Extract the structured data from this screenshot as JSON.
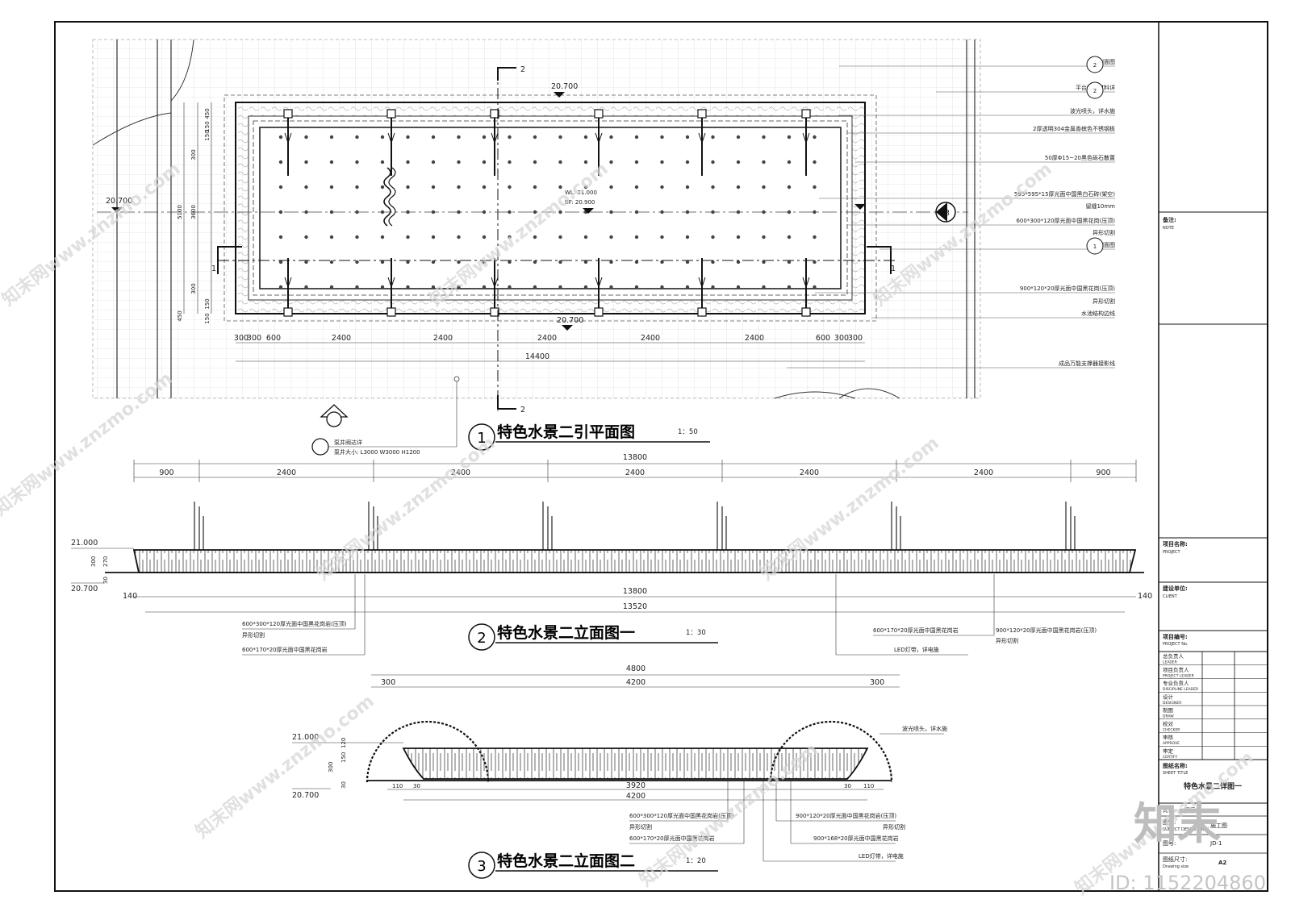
{
  "plan": {
    "title": "特色水景二引平面图",
    "scale": "1：50",
    "num": "1",
    "elev_top": "20.700",
    "elev_left": "20.700",
    "elev_bottom": "20.700",
    "wl": "WL: 21.000",
    "bf": "BF: 20.900",
    "sec2_top": "2",
    "sec2_bot": "2",
    "sec1_left": "1",
    "sec1_right": "1",
    "vdims": [
      "450",
      "150",
      "150",
      "300",
      "3600",
      "5100",
      "300",
      "150",
      "450",
      "150"
    ],
    "hdims_row": [
      "300",
      "300",
      "600",
      "2400",
      "2400",
      "2400",
      "2400",
      "2400",
      "600",
      "300",
      "300"
    ],
    "hdim_total": "14400",
    "pump_note": "泵井阀达详",
    "pump_size": "泵井大小: L3000  W3000  H1200",
    "notes": [
      "2-2 剖面图",
      "平台铺装材料详",
      "波光喷头，详水施",
      "2厚透明304金属香槟色不锈钢板",
      "50厚Φ15~20黑色砾石散置",
      "595*595*15厚光面中国黑白石砖(架空)",
      "留缝10mm",
      "600*300*120厚光面中国黑花岗(压顶)",
      "异形切割",
      "1-1 剖面图",
      "900*120*20厚光面中国黑花岗(压顶)",
      "异形切割",
      "水池结构边线",
      "成品万能支撑器接影线"
    ]
  },
  "elev1": {
    "title": "特色水景二立面图一",
    "scale": "1：30",
    "num": "2",
    "dim_total_top": "13800",
    "dims_top": [
      "900",
      "2400",
      "2400",
      "2400",
      "2400",
      "2400",
      "900"
    ],
    "dim_total_mid": "13800",
    "dims_bot": [
      "140",
      "13520",
      "140"
    ],
    "el_top": "21.000",
    "el_bot": "20.700",
    "vd": [
      "300",
      "270",
      "30"
    ],
    "notes_left": [
      "600*300*120厚光面中国黑花岗岩(压顶)",
      "异形切割",
      "600*170*20厚光面中国黑花岗岩"
    ],
    "notes_right": [
      "600*170*20厚光面中国黑花岗岩",
      "900*120*20厚光面中国黑花岗岩(压顶)",
      "异形切割",
      "LED灯带，详电施"
    ]
  },
  "elev2": {
    "title": "特色水景二立面图二",
    "scale": "1：20",
    "num": "3",
    "dim_total": "4800",
    "dims_top": [
      "300",
      "4200",
      "300"
    ],
    "dims_bot": [
      "110",
      "30",
      "3920",
      "30",
      "110"
    ],
    "dim_bot_total": "4200",
    "el_top": "21.000",
    "el_bot": "20.700",
    "vd": [
      "300",
      "150",
      "120",
      "30"
    ],
    "note_spray": "波光喷头，详水施",
    "notes_left": [
      "600*300*120厚光面中国黑花岗岩(压顶)",
      "异形切割",
      "600*170*20厚光面中国黑花岗岩"
    ],
    "notes_right": [
      "900*120*20厚光面中国黑花岗岩(压顶)",
      "异形切割",
      "900*168*20厚光面中国黑花岗岩",
      "LED灯带，详电施"
    ]
  },
  "titleblock": {
    "note_cn": "备注:",
    "note_en": "NOTE",
    "project_cn": "项目名称:",
    "project_en": "PROJECT",
    "client_cn": "建设单位:",
    "client_en": "CLIENT",
    "projno_cn": "项目编号:",
    "projno_en": "PROJECT No.",
    "roles": [
      {
        "cn": "总负责人",
        "en": "LEADER"
      },
      {
        "cn": "项目负责人",
        "en": "PROJECT LEADER"
      },
      {
        "cn": "专业负责人",
        "en": "DISCIPLINE LEADER"
      },
      {
        "cn": "设计",
        "en": "DESIGNER"
      },
      {
        "cn": "制图",
        "en": "DRAW"
      },
      {
        "cn": "校对",
        "en": "CHECKER"
      },
      {
        "cn": "审核",
        "en": "APPROVE"
      },
      {
        "cn": "审定",
        "en": "CERTIFY"
      }
    ],
    "sheet_cn": "图纸名称:",
    "sheet_en": "SHEET TITLE",
    "sheet_title": "特色水景二详图一",
    "scale_cn": "比例:",
    "scale_val": "图示",
    "desc_cn": "图别:",
    "desc_en": "SUBJECT DESCRIPTION",
    "desc_val": "施工图",
    "no_cn": "图号:",
    "no_val": "JD-1",
    "size_cn": "图纸尺寸:",
    "size_en": "Drawing size",
    "size_val": "A2"
  },
  "watermark": {
    "site": "知末网www.znzmo.com",
    "brand": "知末",
    "id": "ID: 1152204860"
  }
}
